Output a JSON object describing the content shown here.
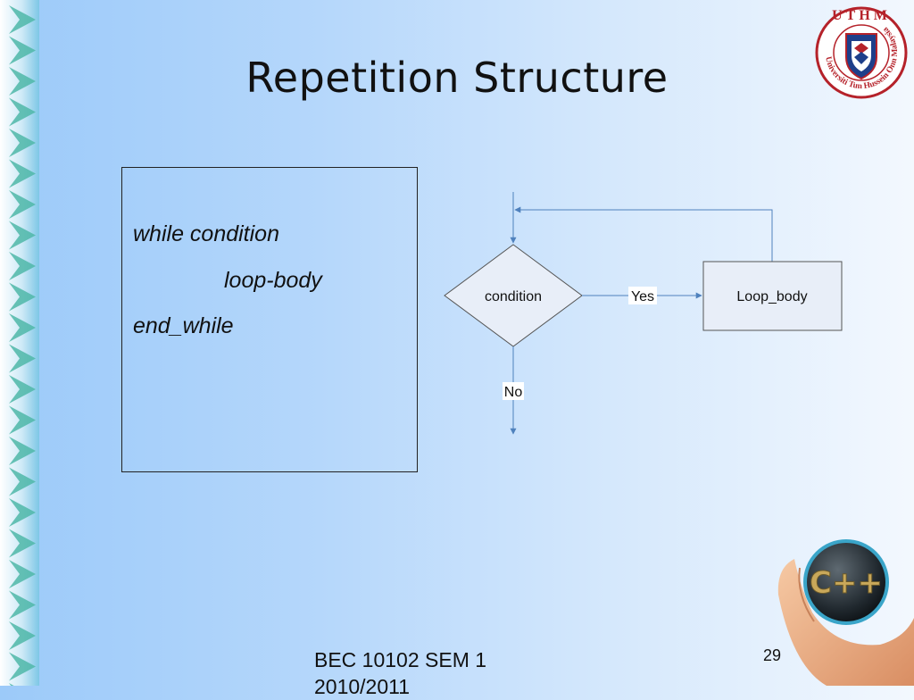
{
  "slide": {
    "title": "Repetition Structure",
    "code": {
      "line1": "while condition",
      "line2": "loop-body",
      "line3": "end_while"
    },
    "flowchart": {
      "decision_label": "condition",
      "yes_label": "Yes",
      "no_label": "No",
      "process_label": "Loop_body"
    },
    "logo": {
      "letters": "UTHM",
      "ring_text": "Universiti Tun Hussein Onn Malaysia"
    },
    "badge_text": "C++",
    "footer": {
      "course": "BEC 10102 SEM 1 2010/2011",
      "page_number": "29"
    }
  },
  "colors": {
    "flow_line": "#4f81bd",
    "shape_fill": "#e8eef8",
    "logo_red": "#b5222a",
    "logo_blue": "#1e3f8a"
  }
}
